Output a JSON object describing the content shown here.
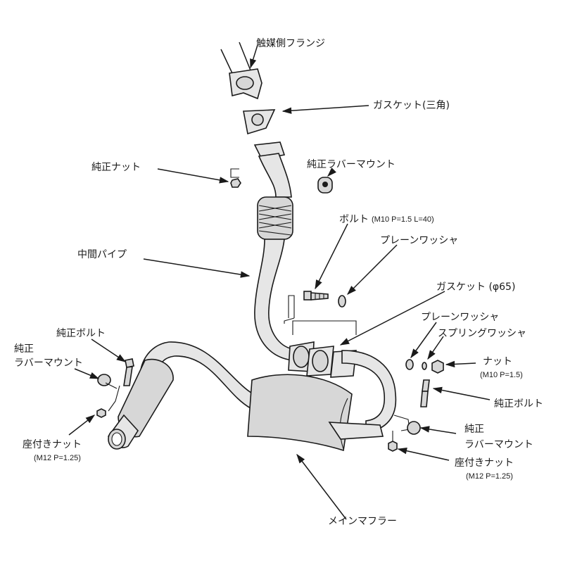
{
  "labels": {
    "cat_flange": "触媒側フランジ",
    "gasket_triangle": "ガスケット(三角)",
    "oem_nut": "純正ナット",
    "oem_rubber_mount_top": "純正ラバーマウント",
    "bolt": "ボルト",
    "bolt_spec": "(M10 P=1.5 L=40)",
    "plain_washer_1": "プレーンワッシャ",
    "mid_pipe": "中間パイプ",
    "gasket_65": "ガスケット (φ65)",
    "plain_washer_2": "プレーンワッシャ",
    "spring_washer": "スプリングワッシャ",
    "oem_bolt_left": "純正ボルト",
    "oem_rubber_mount_left_1": "純正",
    "oem_rubber_mount_left_2": "ラバーマウント",
    "nut": "ナット",
    "nut_spec": "(M10 P=1.5)",
    "oem_bolt_right": "純正ボルト",
    "seat_nut_left": "座付きナット",
    "seat_nut_left_spec": "(M12 P=1.25)",
    "oem_rubber_mount_right_1": "純正",
    "oem_rubber_mount_right_2": "ラバーマウント",
    "seat_nut_right": "座付きナット",
    "seat_nut_right_spec": "(M12 P=1.25)",
    "main_muffler": "メインマフラー"
  }
}
